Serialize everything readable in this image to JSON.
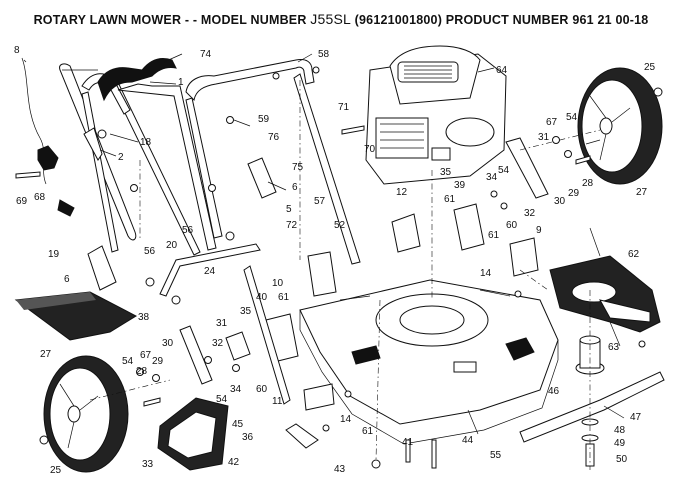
{
  "title": {
    "main": "ROTARY LAWN MOWER - - MODEL NUMBER",
    "model": "J55SL",
    "rest": "(96121001800) PRODUCT NUMBER 961 21 00-18"
  },
  "callouts": {
    "c8": "8",
    "c74": "74",
    "c1": "1",
    "c58": "58",
    "c64": "64",
    "c25a": "25",
    "c18": "18",
    "c2": "2",
    "c59": "59",
    "c76": "76",
    "c71": "71",
    "c70": "70",
    "c31a": "31",
    "c67a": "67",
    "c54a": "54",
    "c69": "69",
    "c68": "68",
    "c75": "75",
    "c6a": "6",
    "c35a": "35",
    "c39": "39",
    "c34a": "34",
    "c54b": "54",
    "c28a": "28",
    "c29a": "29",
    "c30a": "30",
    "c27a": "27",
    "c32a": "32",
    "c12": "12",
    "c5": "5",
    "c57": "57",
    "c61a": "61",
    "c60a": "60",
    "c19": "19",
    "c56a": "56",
    "c72": "72",
    "c52": "52",
    "c9": "9",
    "c61b": "61",
    "c14a": "14",
    "c56b": "56",
    "c20": "20",
    "c62": "62",
    "c6b": "6",
    "c24": "24",
    "c10": "10",
    "c40": "40",
    "c61c": "61",
    "c38": "38",
    "c35b": "35",
    "c31b": "31",
    "c30b": "30",
    "c32b": "32",
    "c63": "63",
    "c27b": "27",
    "c54c": "54",
    "c67b": "67",
    "c28b": "28",
    "c29b": "29",
    "c34b": "34",
    "c60b": "60",
    "c46": "46",
    "c54d": "54",
    "c11": "11",
    "c14b": "14",
    "c47": "47",
    "c45": "45",
    "c36": "36",
    "c48": "48",
    "c33": "33",
    "c61d": "61",
    "c41": "41",
    "c44": "44",
    "c49": "49",
    "c55": "55",
    "c42": "42",
    "c25b": "25",
    "c43": "43",
    "c50": "50"
  }
}
